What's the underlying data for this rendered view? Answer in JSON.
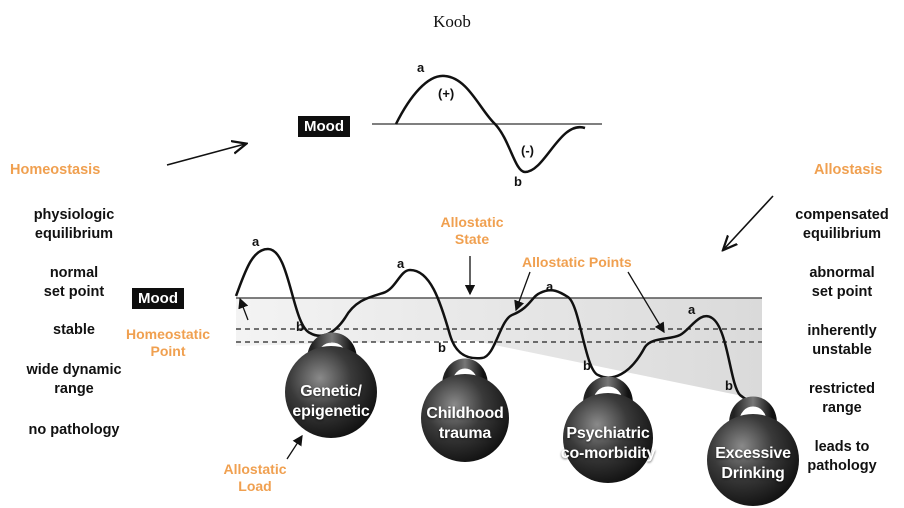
{
  "author": "Koob",
  "left": {
    "heading": "Homeostasis",
    "items": [
      "physiologic\nequilibrium",
      "normal\nset point",
      "stable",
      "wide dynamic\nrange",
      "no pathology"
    ]
  },
  "right": {
    "heading": "Allostasis",
    "items": [
      "compensated\nequilibrium",
      "abnormal\nset point",
      "inherently\nunstable",
      "restricted\nrange",
      "leads to\npathology"
    ]
  },
  "mood_label": "Mood",
  "top_curve": {
    "peak_letter": "a",
    "trough_letter": "b",
    "plus": "(+)",
    "minus": "(-)"
  },
  "labels": {
    "allostatic_state": "Allostatic\nState",
    "allostatic_points": "Allostatic Points",
    "homeostatic_point": "Homeostatic\nPoint",
    "allostatic_load": "Allostatic\nLoad"
  },
  "weights": [
    "Genetic/\nepigenetic",
    "Childhood\ntrauma",
    "Psychiatric\nco-morbidity",
    "Excessive\nDrinking"
  ],
  "curve_letter_a": "a",
  "curve_letter_b": "b",
  "colors": {
    "accent": "#f0a050",
    "text": "#111111",
    "box": "#0e0e0e"
  }
}
